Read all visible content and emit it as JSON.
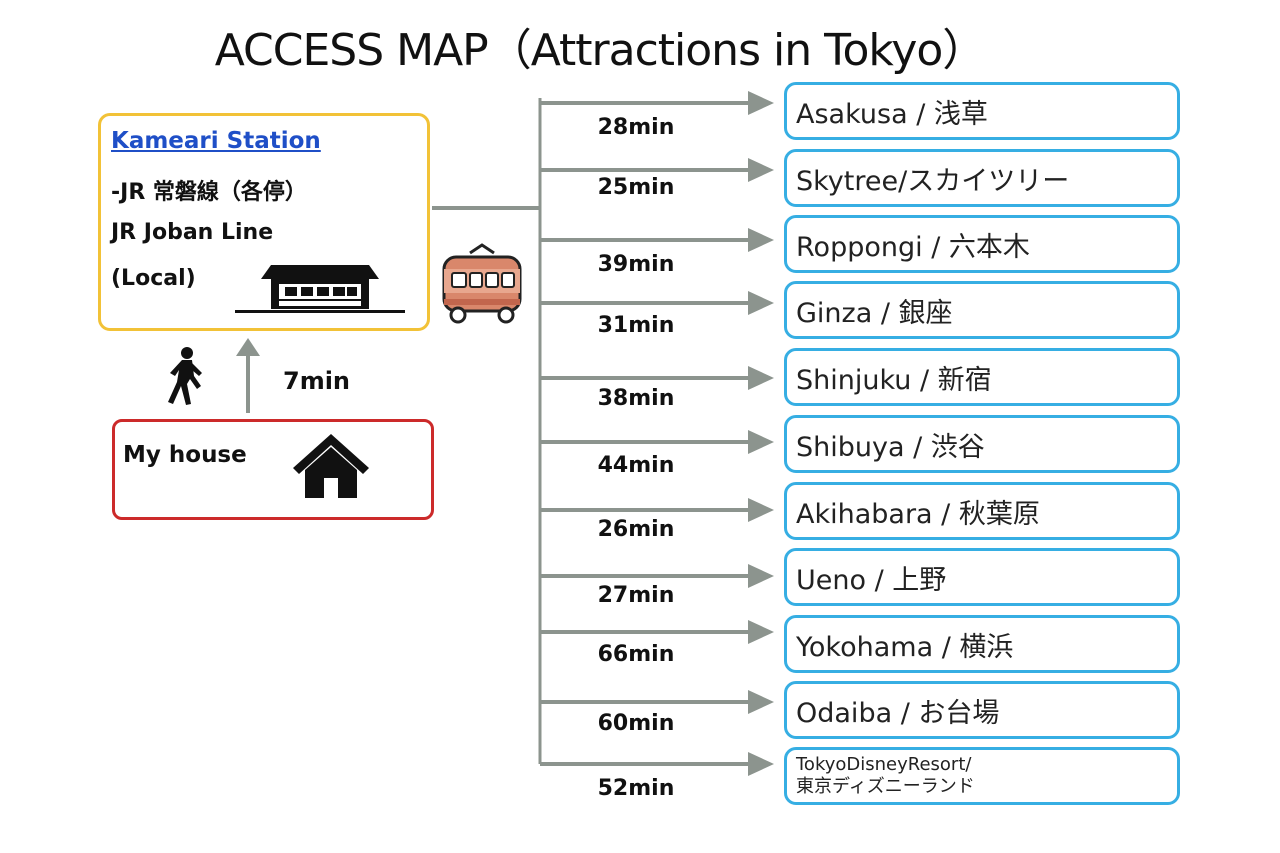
{
  "title": "ACCESS MAP（Attractions in Tokyo）",
  "station": {
    "name": "Kameari Station",
    "line_jp": "-JR 常磐線（各停）",
    "line_en": "JR Joban Line",
    "service": " (Local)"
  },
  "walk": {
    "time": "7min"
  },
  "house": {
    "label": "My house"
  },
  "destinations": [
    {
      "name": "Asakusa / 浅草",
      "time": "28min"
    },
    {
      "name": "Skytree/スカイツリー",
      "time": "25min"
    },
    {
      "name": "Roppongi / 六本木",
      "time": "39min"
    },
    {
      "name": "Ginza / 銀座",
      "time": "31min"
    },
    {
      "name": "Shinjuku / 新宿",
      "time": "38min"
    },
    {
      "name": "Shibuya / 渋谷",
      "time": "44min"
    },
    {
      "name": "Akihabara / 秋葉原",
      "time": "26min"
    },
    {
      "name": "Ueno / 上野",
      "time": "27min"
    },
    {
      "name": "Yokohama / 横浜",
      "time": "66min"
    },
    {
      "name": "Odaiba / お台場",
      "time": "60min"
    },
    {
      "name": "TokyoDisneyResort/\n東京ディズニーランド",
      "time": "52min"
    }
  ],
  "colors": {
    "station_border": "#f2c237",
    "house_border": "#cc2a2a",
    "destination_border": "#36aee3",
    "link": "#1f4fc7",
    "arrow": "#8c948e",
    "train_body": "#d9876b"
  },
  "icons": [
    "station-building-icon",
    "walking-person-icon",
    "house-icon",
    "train-icon"
  ]
}
